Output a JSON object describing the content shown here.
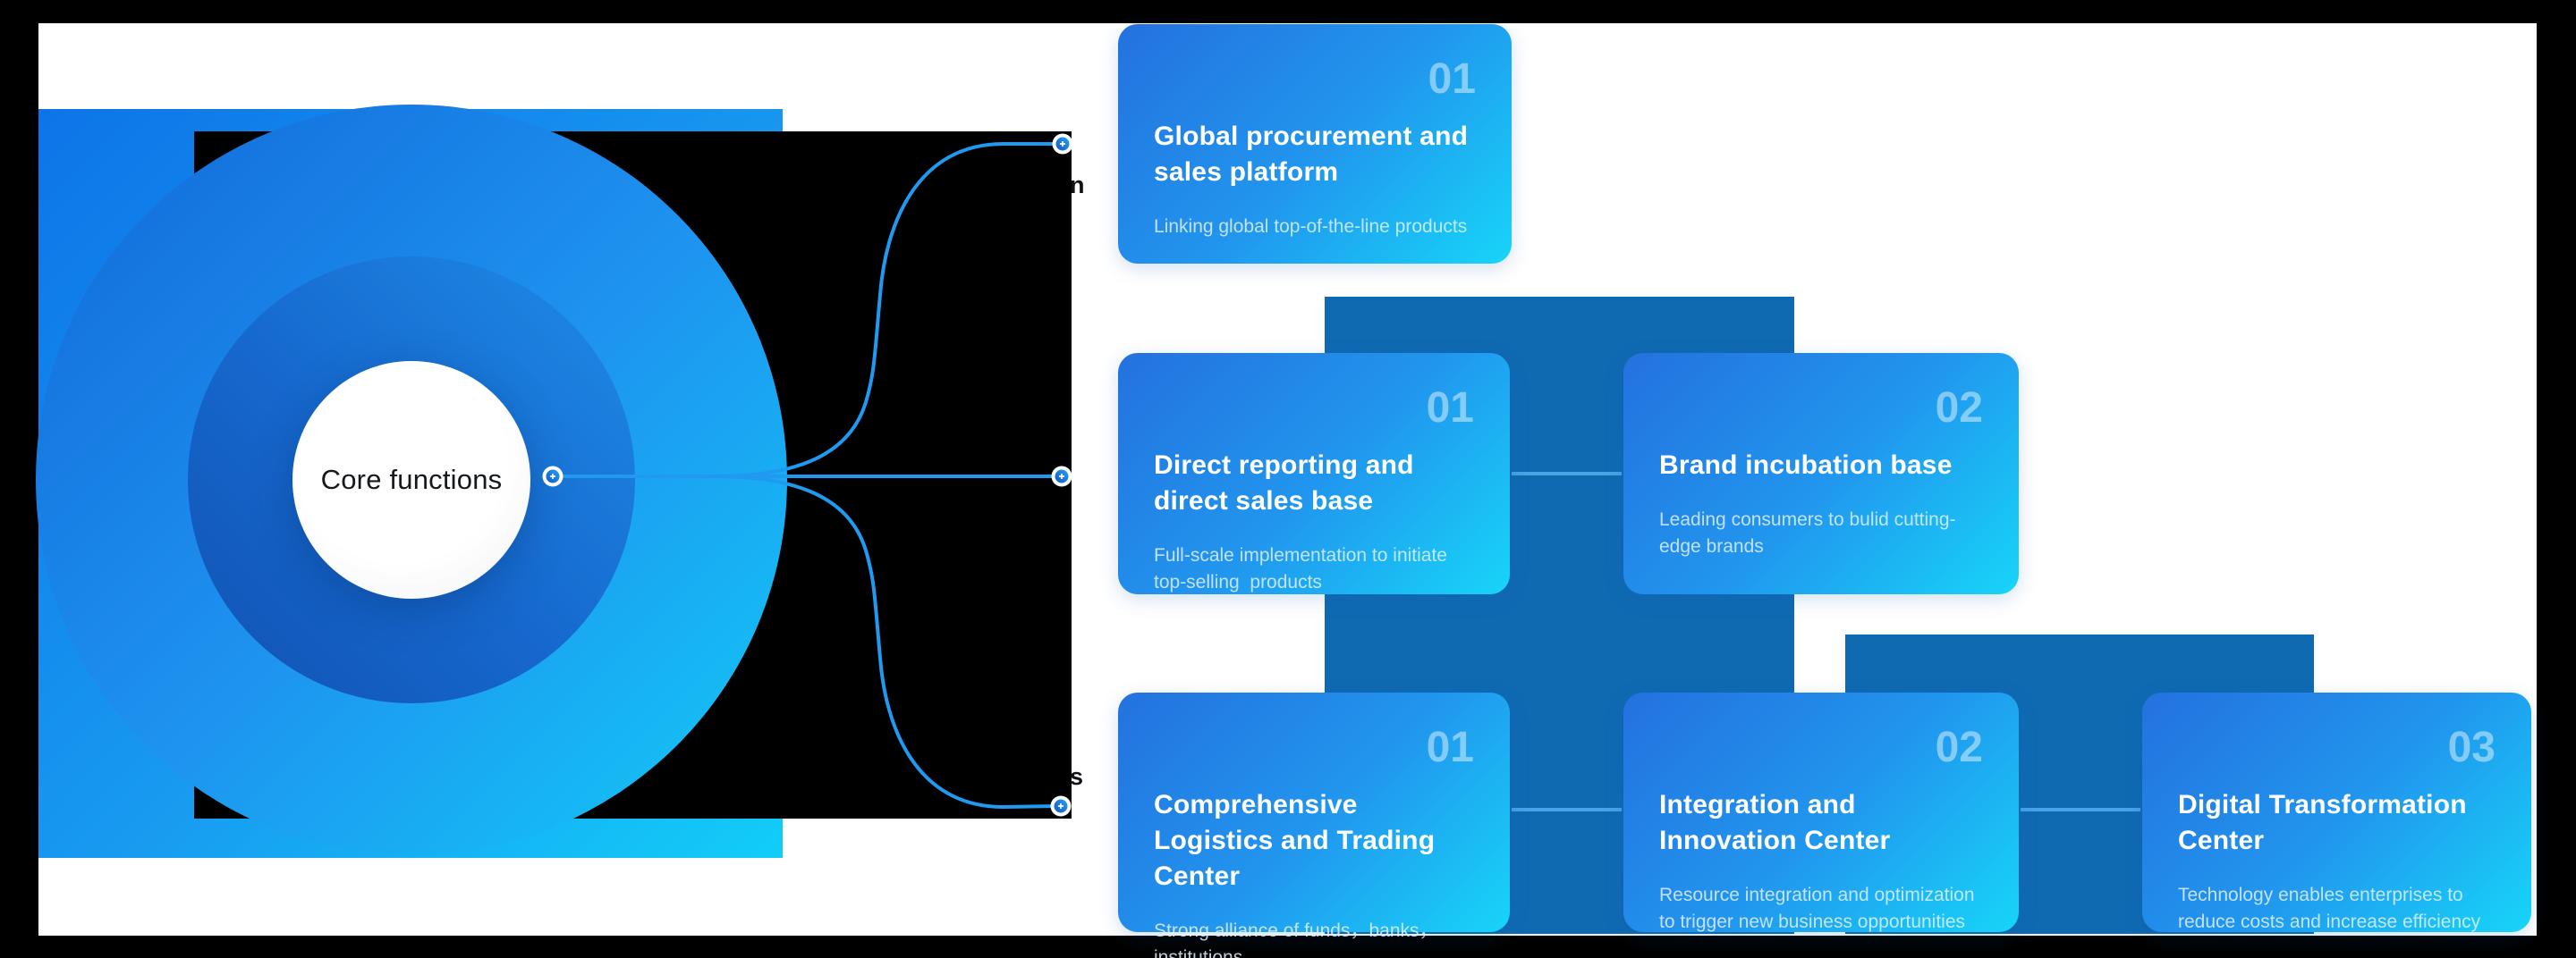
{
  "core": {
    "label": "Core functions"
  },
  "branch_fragments": {
    "top": "n",
    "bottom": "s"
  },
  "cards": [
    {
      "number": "01",
      "title": "Global procurement and sales platform",
      "subtitle": "Linking global top-of-the-line products"
    },
    {
      "number": "01",
      "title": "Direct reporting and direct sales base",
      "subtitle": "Full-scale implementation to initiate top-selling  products"
    },
    {
      "number": "02",
      "title": "Brand incubation base",
      "subtitle": "Leading consumers to bulid cutting-edge brands"
    },
    {
      "number": "01",
      "title": "Comprehensive Logistics and Trading Center",
      "subtitle": "Strong alliance of funds，banks，institutions"
    },
    {
      "number": "02",
      "title": "Integration and Innovation Center",
      "subtitle": "Resource integration and optimization to trigger new business opportunities"
    },
    {
      "number": "03",
      "title": "Digital Transformation Center",
      "subtitle": "Technology enables enterprises to reduce costs and increase efficiency"
    }
  ],
  "colors": {
    "frame": "#000000",
    "panel": "#ffffff",
    "square_gradient_start": "#0d74e8",
    "square_gradient_end": "#12cdf8",
    "disc_outer_start": "#1168d8",
    "disc_outer_end": "#12cbf6",
    "disc_inner_start": "#1152b2",
    "disc_inner_end": "#1e8ce8",
    "card_gradient_start": "#2471de",
    "card_gradient_mid": "#2196ee",
    "card_gradient_end": "#17d5f8",
    "back_rectangle": "#0f6ab2",
    "connector_line": "#1f9af0",
    "connector_dash": "#49a2e6"
  }
}
